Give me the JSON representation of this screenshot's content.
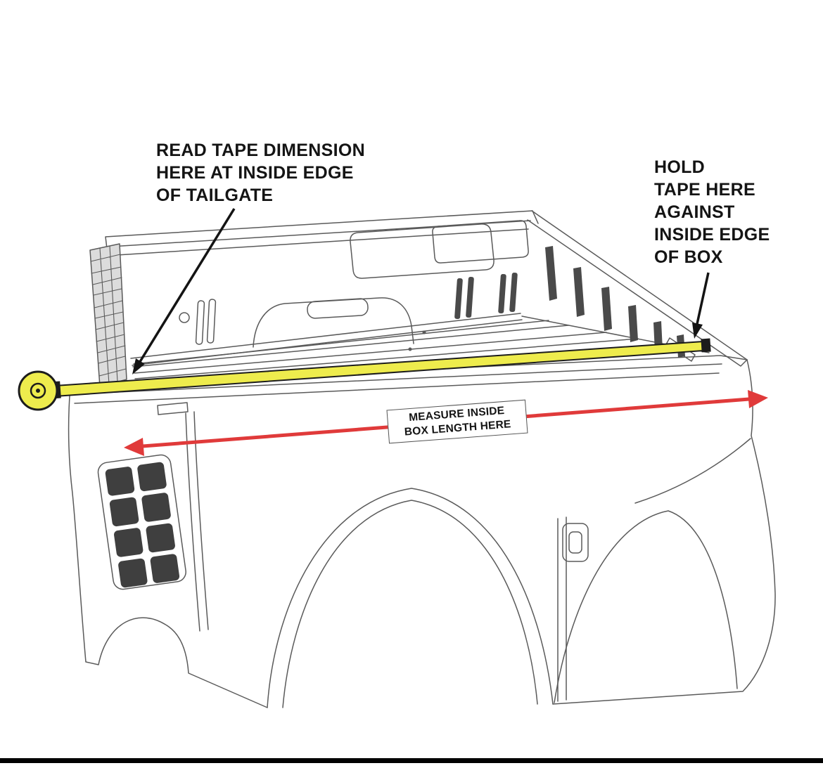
{
  "diagram": {
    "annotations": {
      "read_tape": "READ TAPE DIMENSION\nHERE AT INSIDE EDGE\nOF TAILGATE",
      "hold_tape": "HOLD\nTAPE HERE\nAGAINST\nINSIDE EDGE\nOF BOX",
      "measure_label": "MEASURE INSIDE\nBOX LENGTH HERE"
    },
    "colors": {
      "background": "#ffffff",
      "line_art": "#5a5a5a",
      "tape_yellow": "#eeec4d",
      "tape_outline": "#1c1c1c",
      "arrow_red": "#e03a3a",
      "annotation_black": "#141414",
      "bottom_bar": "#000000"
    }
  }
}
